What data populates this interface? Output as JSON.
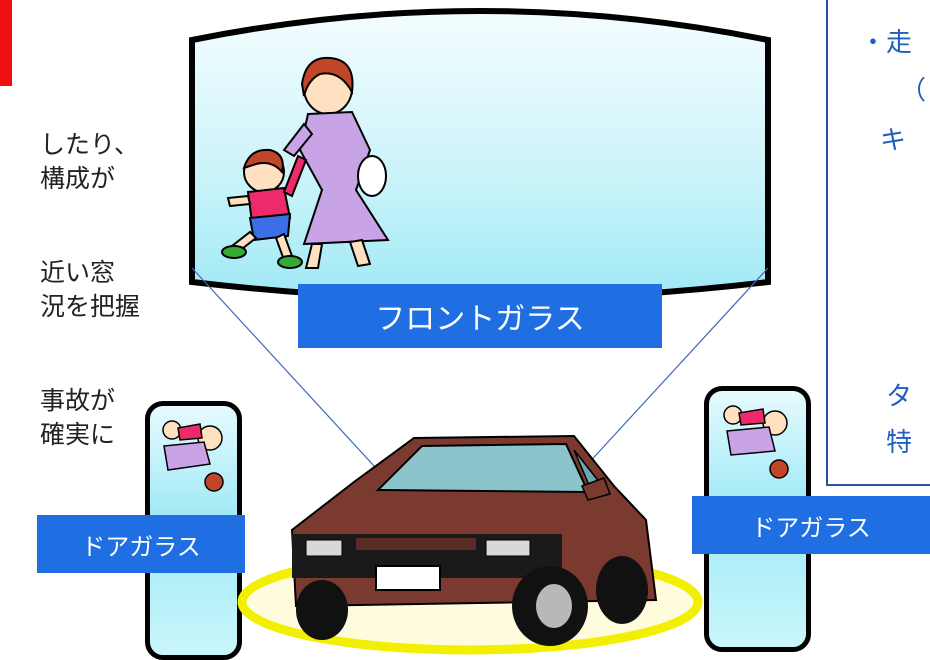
{
  "left_text": {
    "line1": "したり、",
    "line2": "構成が",
    "line3": "近い窓",
    "line4": "況を把握",
    "line5": "事故が",
    "line6": "確実に"
  },
  "right_panel": {
    "line1": "・走",
    "line2": "（",
    "line3": "キ",
    "line4": "タ",
    "line5": "特"
  },
  "labels": {
    "front_glass": "フロントガラス",
    "door_glass_left": "ドアガラス",
    "door_glass_right": "ドアガラス"
  },
  "colors": {
    "accent_red": "#ee1111",
    "label_blue": "#1f6fe3",
    "panel_text_blue": "#1f5fbf",
    "panel_border": "#2f4fa0",
    "glass_cyan": "#9fe9f5",
    "car_body": "#7a3a30",
    "ellipse_yellow": "#f2ef00"
  }
}
